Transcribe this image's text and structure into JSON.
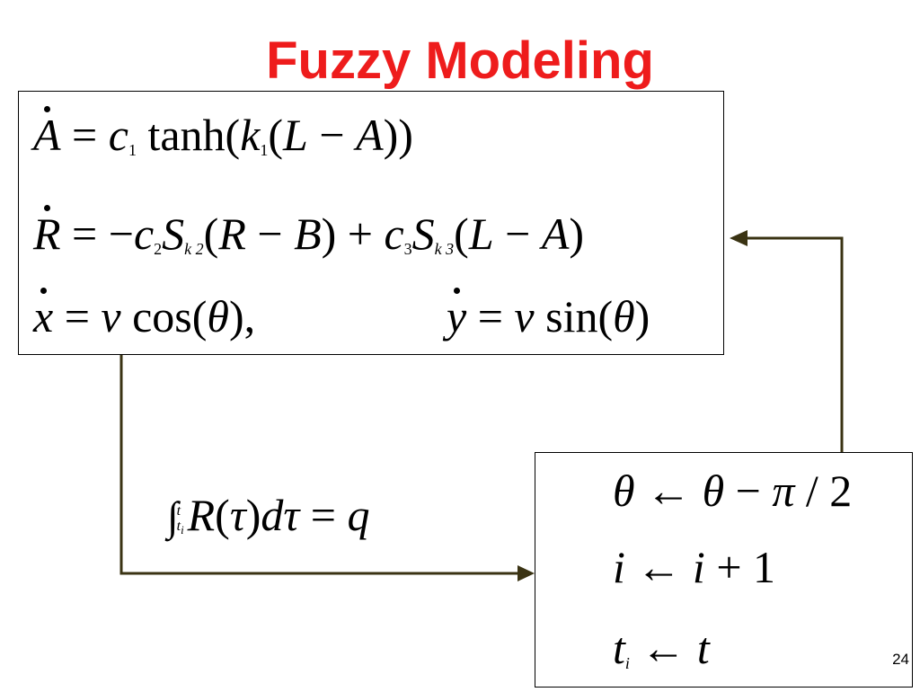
{
  "slide": {
    "title": "Fuzzy Modeling",
    "title_color": "#ee1c1c",
    "page_number": "24"
  },
  "system_box": {
    "line1": {
      "var": "A",
      "rhs_prefix": "= ",
      "c": "c",
      "c_sub": "1",
      "fn": " tanh(",
      "k": "k",
      "k_sub": "1",
      "rest": "(L − A))"
    },
    "line2": {
      "var": "R",
      "text": "= −c₂S_k2(R − B) + c₃S_k3(L − A)"
    },
    "line3": {
      "x_eq": "= v cos(θ),",
      "y_eq": "= v sin(θ)"
    }
  },
  "update_box": {
    "line1": "θ ← θ − π / 2",
    "line2": "i ← i + 1",
    "line3": "t_i ← t"
  },
  "trigger": {
    "expression": "R(τ)dτ = q",
    "upper_limit": "t",
    "lower_limit": "t_i"
  },
  "connector_color": "#3a3313"
}
